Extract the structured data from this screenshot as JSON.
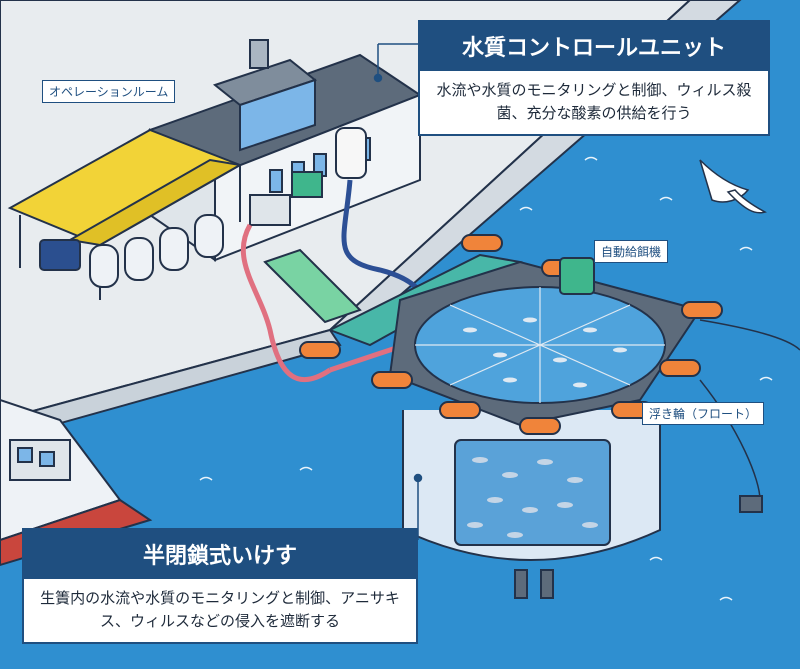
{
  "labels": {
    "operation_room": "オペレーションルーム",
    "auto_feeder": "自動給餌機",
    "float_ring": "浮き輪（フロート）"
  },
  "control_unit": {
    "title": "水質コントロールユニット",
    "description": "水流や水質のモニタリングと制御、ウィルス殺菌、充分な酸素の供給を行う"
  },
  "semi_closed_cage": {
    "title": "半閉鎖式いけす",
    "description": "生簀内の水流や水質のモニタリングと制御、アニサキス、ウィルスなどの侵入を遮断する"
  },
  "colors": {
    "sea": "#2f8fd0",
    "pier": "#e8ecef",
    "callout_header": "#1f4f80",
    "canopy": "#f2d337",
    "float": "#f0843a",
    "walkway": "#48b7a8",
    "cage_wall": "#dce8f4",
    "pipe_red": "#e07080",
    "pipe_blue": "#2c4f95"
  }
}
